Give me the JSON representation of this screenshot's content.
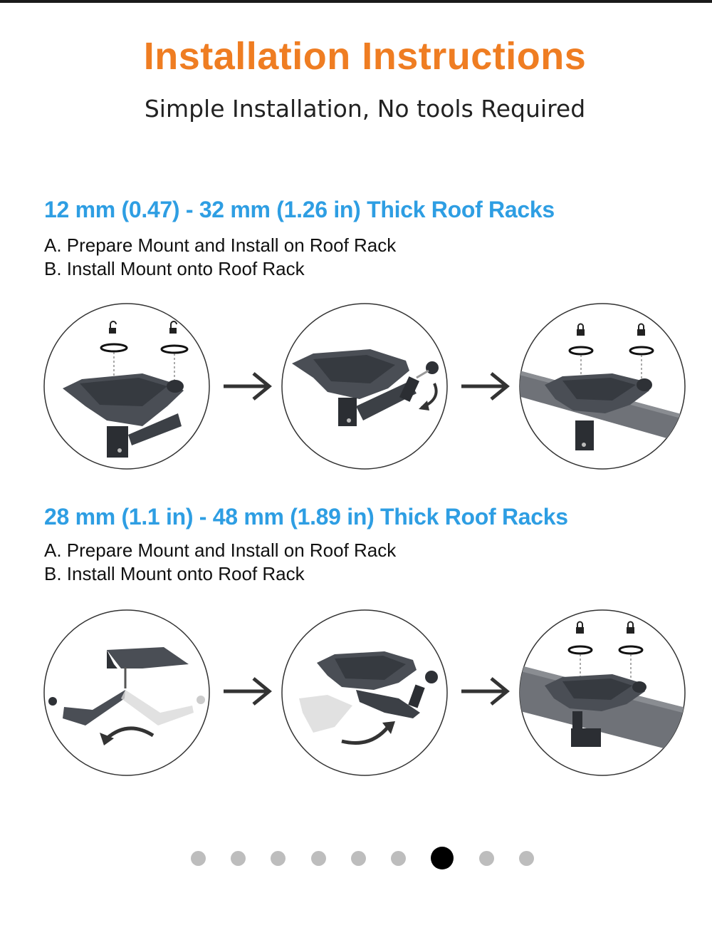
{
  "header": {
    "title": "Installation Instructions",
    "subtitle": "Simple Installation, No tools Required"
  },
  "sections": [
    {
      "title": "12 mm (0.47) - 32 mm (1.26 in) Thick Roof Racks",
      "steps": [
        "A. Prepare Mount and Install on Roof Rack",
        "B. Install Mount onto Roof Rack"
      ],
      "illustrations": [
        "mount-unlocked-straps",
        "mount-folding-knob",
        "mount-locked-on-rack"
      ]
    },
    {
      "title": "28 mm (1.1 in) - 48 mm (1.89 in) Thick Roof Racks",
      "steps": [
        "A. Prepare Mount and Install on Roof Rack",
        "B. Install Mount onto Roof Rack"
      ],
      "illustrations": [
        "clamp-arm-rotate",
        "mount-arm-swing",
        "mount-locked-on-rack"
      ]
    }
  ],
  "arrow_icon": "arrow-right-icon",
  "carousel": {
    "count": 9,
    "active_index": 6
  },
  "colors": {
    "title": "#ef7d22",
    "section_title": "#2e9ee3",
    "mount": "#4a4e55",
    "rack": "#6f7278"
  }
}
